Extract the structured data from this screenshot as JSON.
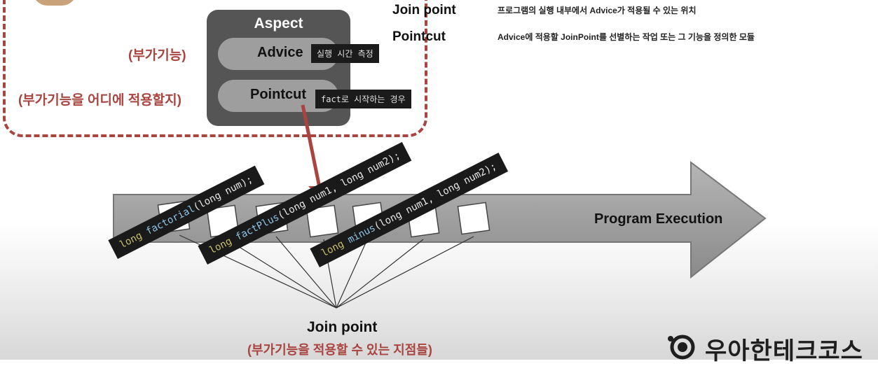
{
  "aspect": {
    "title": "Aspect",
    "advice_label": "Advice",
    "advice_tag": "실행 시간 측정",
    "pointcut_label": "Pointcut",
    "pointcut_tag": "fact로 시작하는 경우"
  },
  "left_labels": {
    "advice_desc": "(부가기능)",
    "pointcut_desc": "(부가기능을 어디에 적용할지)"
  },
  "definitions": [
    {
      "term": "Join point",
      "text": "프로그램의 실행 내부에서 Advice가 적용될 수 있는 위치"
    },
    {
      "term": "Pointcut",
      "text": "Advice에 적용할 JoinPoint를 선별하는 작업 또는 그 기능을 정의한 모듈"
    }
  ],
  "code_boxes": [
    {
      "kw": "long",
      "fn": "factorial",
      "args": "(long num);"
    },
    {
      "kw": "long",
      "fn": "factPlus",
      "args": "(long num1, long num2);"
    },
    {
      "kw": "long",
      "fn": "minus",
      "args": "(long num1, long num2);"
    }
  ],
  "arrow": {
    "label": "Program Execution"
  },
  "join_point": {
    "title": "Join point",
    "subtitle": "(부가기능을 적용할 수 있는 지점들)"
  },
  "logo": {
    "text": "우아한테크코스"
  },
  "colors": {
    "accent_red": "#a9443f",
    "aspect_bg": "#555555",
    "pill_bg": "#9e9e9e"
  }
}
